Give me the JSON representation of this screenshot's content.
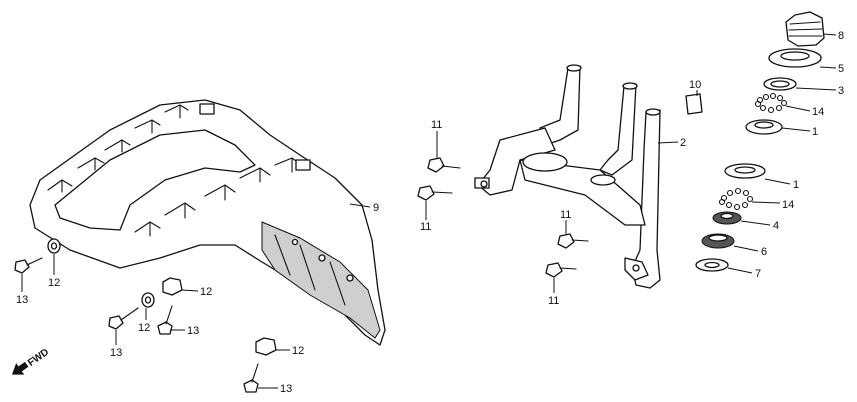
{
  "diagram": {
    "callouts": [
      {
        "id": "c8",
        "text": "8"
      },
      {
        "id": "c5",
        "text": "5"
      },
      {
        "id": "c3",
        "text": "3"
      },
      {
        "id": "c14a",
        "text": "14"
      },
      {
        "id": "c1a",
        "text": "1"
      },
      {
        "id": "c10",
        "text": "10"
      },
      {
        "id": "c2",
        "text": "2"
      },
      {
        "id": "c1b",
        "text": "1"
      },
      {
        "id": "c14b",
        "text": "14"
      },
      {
        "id": "c4",
        "text": "4"
      },
      {
        "id": "c6",
        "text": "6"
      },
      {
        "id": "c7",
        "text": "7"
      },
      {
        "id": "c9",
        "text": "9"
      },
      {
        "id": "c11a",
        "text": "11"
      },
      {
        "id": "c11b",
        "text": "11"
      },
      {
        "id": "c11c",
        "text": "11"
      },
      {
        "id": "c11d",
        "text": "11"
      },
      {
        "id": "c12a",
        "text": "12"
      },
      {
        "id": "c12b",
        "text": "12"
      },
      {
        "id": "c12c",
        "text": "12"
      },
      {
        "id": "c12d",
        "text": "12"
      },
      {
        "id": "c13a",
        "text": "13"
      },
      {
        "id": "c13b",
        "text": "13"
      },
      {
        "id": "c13c",
        "text": "13"
      },
      {
        "id": "c13d",
        "text": "13"
      }
    ],
    "direction_label": "FWD"
  }
}
